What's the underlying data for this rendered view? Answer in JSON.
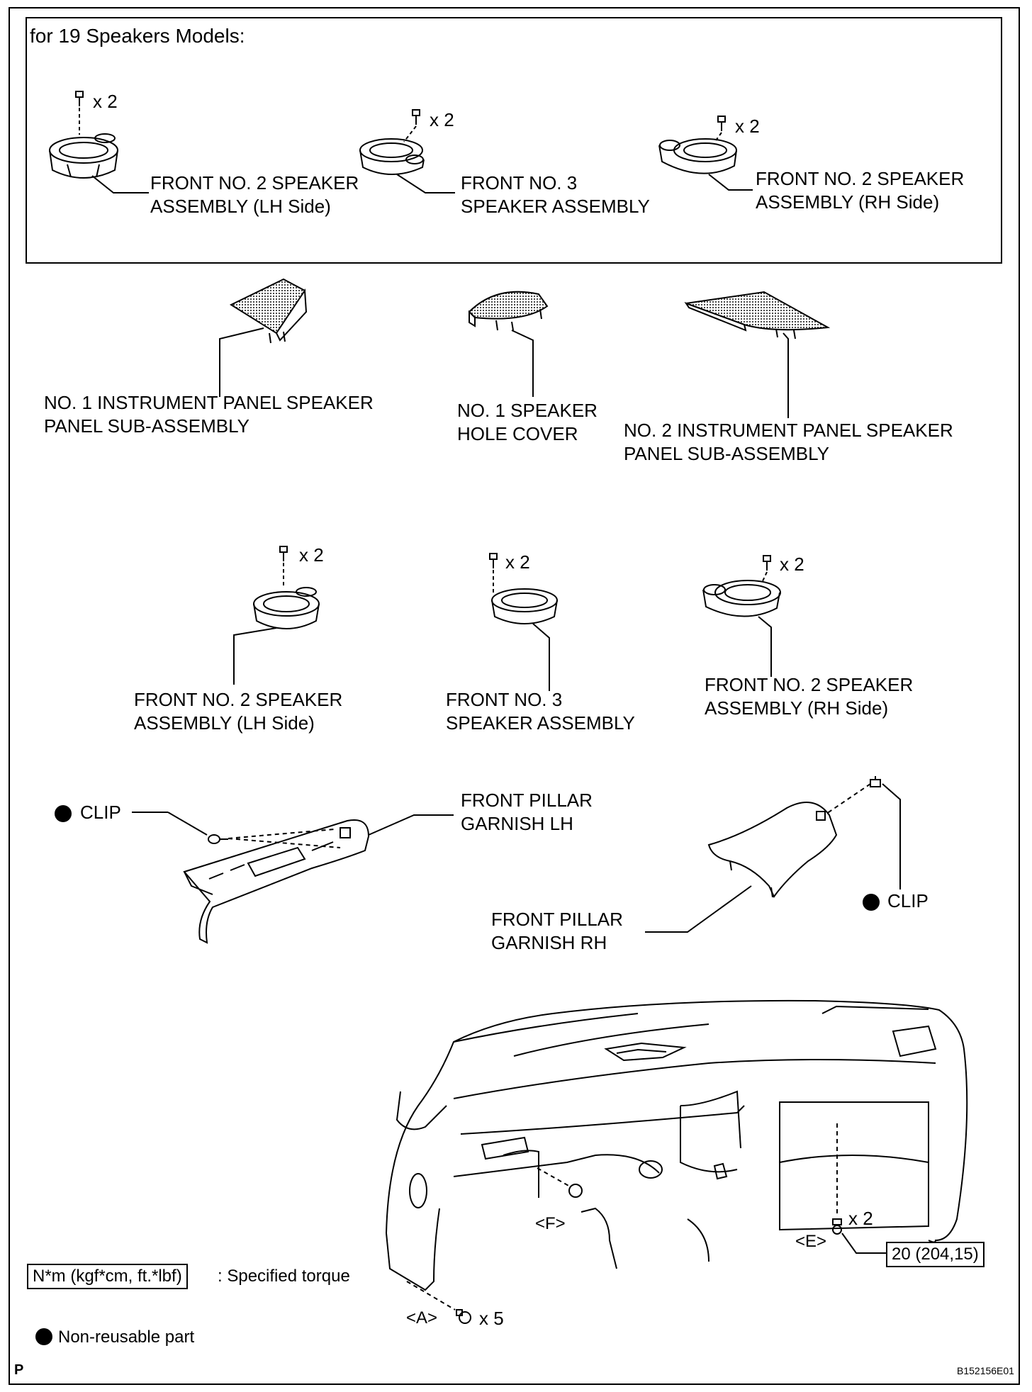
{
  "header": "for 19 Speakers Models:",
  "qty_x2": "x 2",
  "qty_x5": "x 5",
  "top_box": {
    "lh_speaker": [
      "FRONT NO. 2 SPEAKER",
      "ASSEMBLY (LH Side)"
    ],
    "center_speaker": [
      "FRONT NO. 3",
      "SPEAKER ASSEMBLY"
    ],
    "rh_speaker": [
      "FRONT NO. 2 SPEAKER",
      "ASSEMBLY (RH Side)"
    ]
  },
  "panels": {
    "no1_panel": [
      "NO. 1 INSTRUMENT PANEL SPEAKER",
      "PANEL SUB-ASSEMBLY"
    ],
    "hole_cover": [
      "NO. 1 SPEAKER",
      "HOLE COVER"
    ],
    "no2_panel": [
      "NO. 2 INSTRUMENT PANEL SPEAKER",
      "PANEL SUB-ASSEMBLY"
    ]
  },
  "speakers": {
    "lh_speaker": [
      "FRONT NO. 2 SPEAKER",
      "ASSEMBLY (LH Side)"
    ],
    "center_speaker": [
      "FRONT NO. 3",
      "SPEAKER ASSEMBLY"
    ],
    "rh_speaker": [
      "FRONT NO. 2 SPEAKER",
      "ASSEMBLY (RH Side)"
    ]
  },
  "pillars": {
    "clip_label": "CLIP",
    "lh": [
      "FRONT PILLAR",
      "GARNISH LH"
    ],
    "rh": [
      "FRONT PILLAR",
      "GARNISH RH"
    ]
  },
  "dash": {
    "tag_a": "<A>",
    "tag_e": "<E>",
    "tag_f": "<F>",
    "torque_value": "20 (204,15)"
  },
  "legend": {
    "torque_unit": "N*m (kgf*cm, ft.*lbf)",
    "torque_text": ": Specified torque",
    "nonreusable_text": "Non-reusable part"
  },
  "footer": {
    "page_mark": "P",
    "figure_id": "B152156E01"
  }
}
